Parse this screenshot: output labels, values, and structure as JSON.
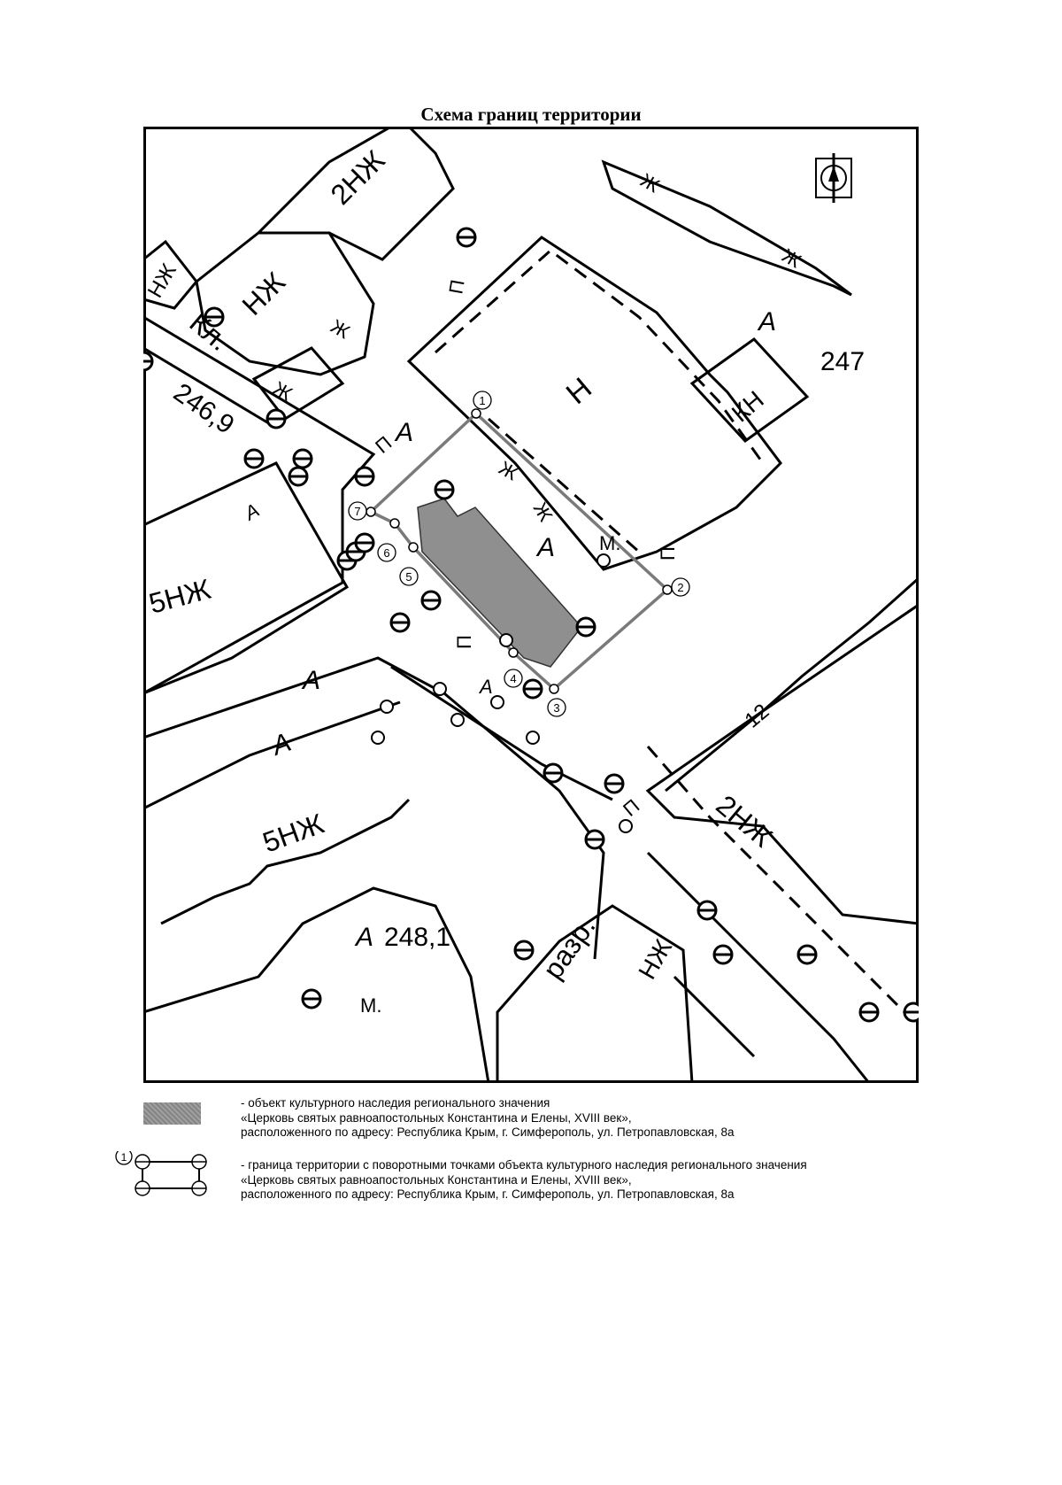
{
  "title": "Схема границ территории",
  "map": {
    "block_labels": {
      "top_building": "2НЖ",
      "left_small": "НЖ",
      "tiny_left": "НЖ",
      "church_block": "Н",
      "right_small": "КН",
      "left_large": "5НЖ",
      "bottom_left": "5НЖ",
      "bottom_right": "2НЖ",
      "bottom_center": "разр.",
      "bottom_small": "НЖ",
      "kl": "Кл."
    },
    "area_labels": [
      "А",
      "А",
      "А",
      "А",
      "А",
      "А",
      "А",
      "А"
    ],
    "elevations": [
      "246,9",
      "248,1",
      "247"
    ],
    "house_number": "12",
    "misc_marks": [
      "П",
      "П",
      "П",
      "П",
      "П",
      "Ж",
      "Ж",
      "Ж",
      "Ж",
      "Ж",
      "Ж",
      "М.",
      "М."
    ],
    "points": [
      "1",
      "2",
      "3",
      "4",
      "5",
      "6",
      "7"
    ]
  },
  "legend": [
    {
      "lines": [
        "- объект культурного наследия регионального значения",
        "«Церковь святых равноапостольных Константина и Елены, XVIII век»,",
        "расположенного по адресу: Республика Крым, г. Симферополь, ул. Петропавловская, 8а"
      ]
    },
    {
      "symbol_point": "1",
      "lines": [
        "- граница территории с поворотными точками объекта культурного наследия регионального значения",
        "«Церковь святых равноапостольных Константина и Елены, XVIII век»,",
        "расположенного по адресу: Республика Крым, г. Симферополь, ул. Петропавловская, 8а"
      ]
    }
  ],
  "colors": {
    "heritage_fill": "#8f8f8f",
    "boundary": "#7a7a7a",
    "ink": "#000000"
  }
}
